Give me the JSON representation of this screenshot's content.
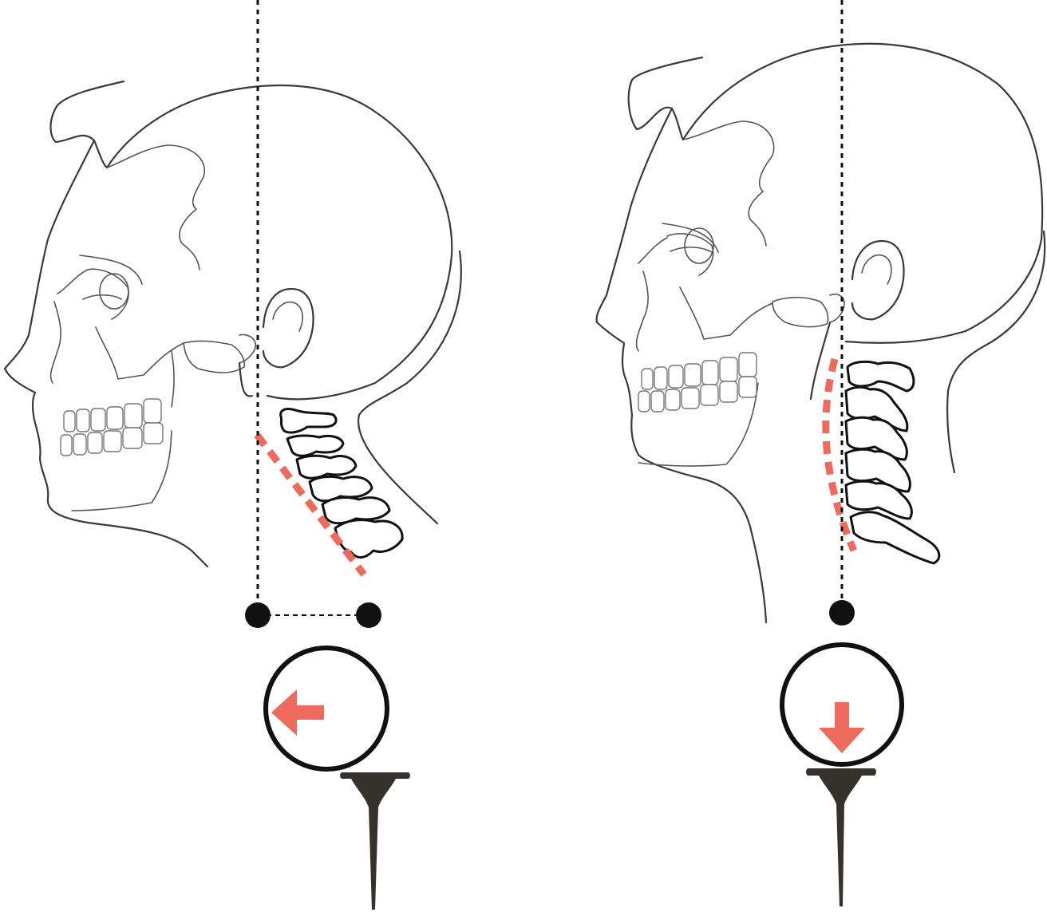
{
  "colors": {
    "accent": "#ee6a5c",
    "line": "#111111",
    "tee": "#35322c",
    "background": "#ffffff"
  },
  "panels": [
    {
      "id": "forward-head-posture",
      "spine_alignment": "angled",
      "head_aligned_with_plumb_line": false,
      "arrow_direction": "left"
    },
    {
      "id": "neutral-head-posture",
      "spine_alignment": "vertical",
      "head_aligned_with_plumb_line": true,
      "arrow_direction": "down"
    }
  ],
  "icons": [
    "skull-profile",
    "cervical-vertebrae",
    "ball",
    "golf-tee",
    "arrow-left",
    "arrow-down",
    "plumb-dot"
  ]
}
